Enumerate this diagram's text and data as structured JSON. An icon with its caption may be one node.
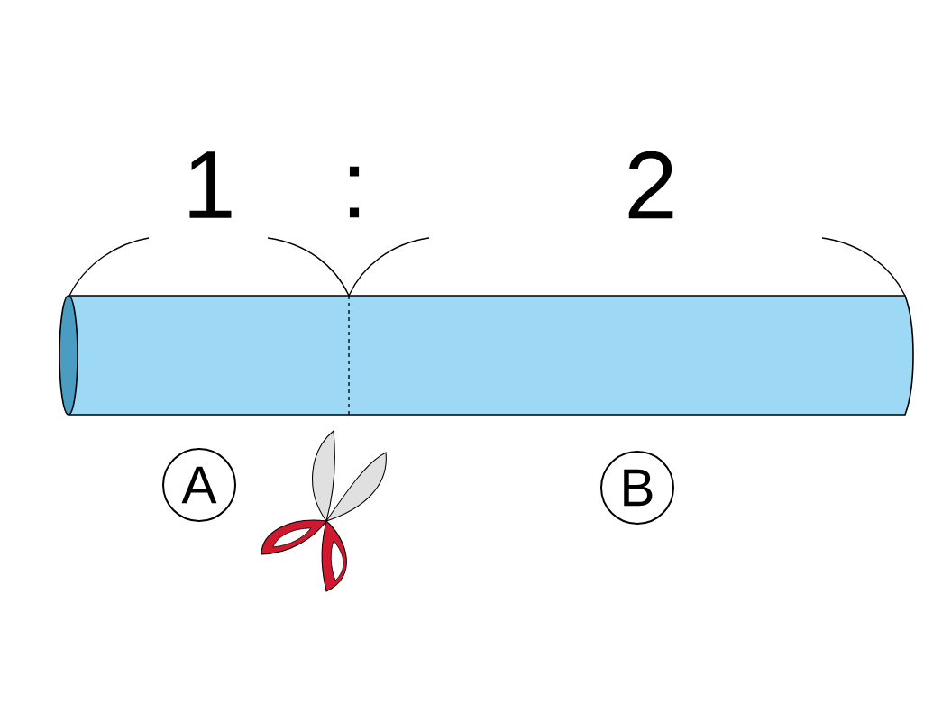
{
  "diagram": {
    "labels": [
      "1",
      ":",
      "2",
      "A",
      "B"
    ]
  }
}
